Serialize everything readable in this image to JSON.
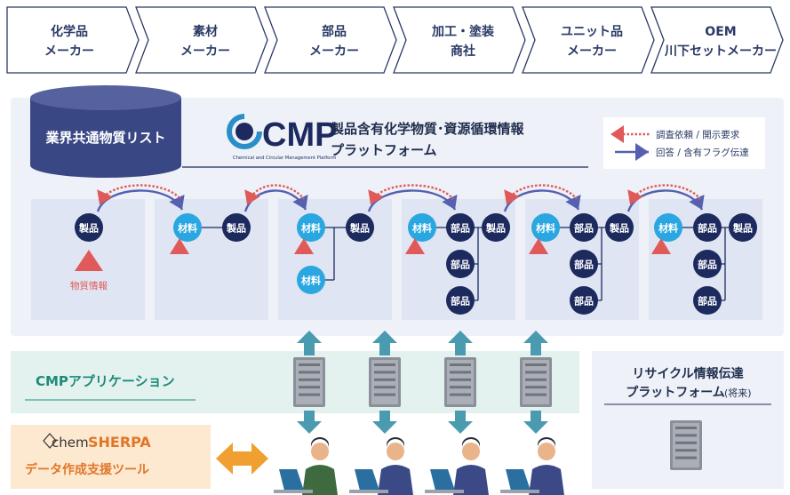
{
  "supply_chain": [
    {
      "line1": "化学品",
      "line2": "メーカー"
    },
    {
      "line1": "素材",
      "line2": "メーカー"
    },
    {
      "line1": "部品",
      "line2": "メーカー"
    },
    {
      "line1": "加工・塗装",
      "line2": "商社"
    },
    {
      "line1": "ユニット品",
      "line2": "メーカー"
    },
    {
      "line1": "OEM",
      "line2": "川下セットメーカー"
    }
  ],
  "database_label": "業界共通物質リスト",
  "cmp_logo": {
    "text": "CMP",
    "subtitle": "Chemical and Circular Management Platform"
  },
  "platform_title": {
    "line1": "製品含有化学物質･資源循環情報",
    "line2": "プラットフォーム"
  },
  "legend": {
    "request": "調査依頼 / 開示要求",
    "response": "回答 / 含有フラグ伝達"
  },
  "node_labels": {
    "product": "製品",
    "material": "材料",
    "part": "部品"
  },
  "substance_info": "物質情報",
  "cmp_app": "CMPアプリケーション",
  "recycle": {
    "line1": "リサイクル情報伝達",
    "line2": "プラットフォーム",
    "suffix": "(将来)"
  },
  "chemsherpa": {
    "logo_chem": "chem",
    "logo_sherpa": "SHERPA",
    "tool": "データ作成支援ツール"
  },
  "colors": {
    "navy": "#1c2a5e",
    "cyan": "#2aa7e0",
    "red": "#e05a5a",
    "teal": "#4a9bb0",
    "orange": "#f0a030",
    "mint": "#e3f2ef",
    "panel": "#eef1f8"
  }
}
